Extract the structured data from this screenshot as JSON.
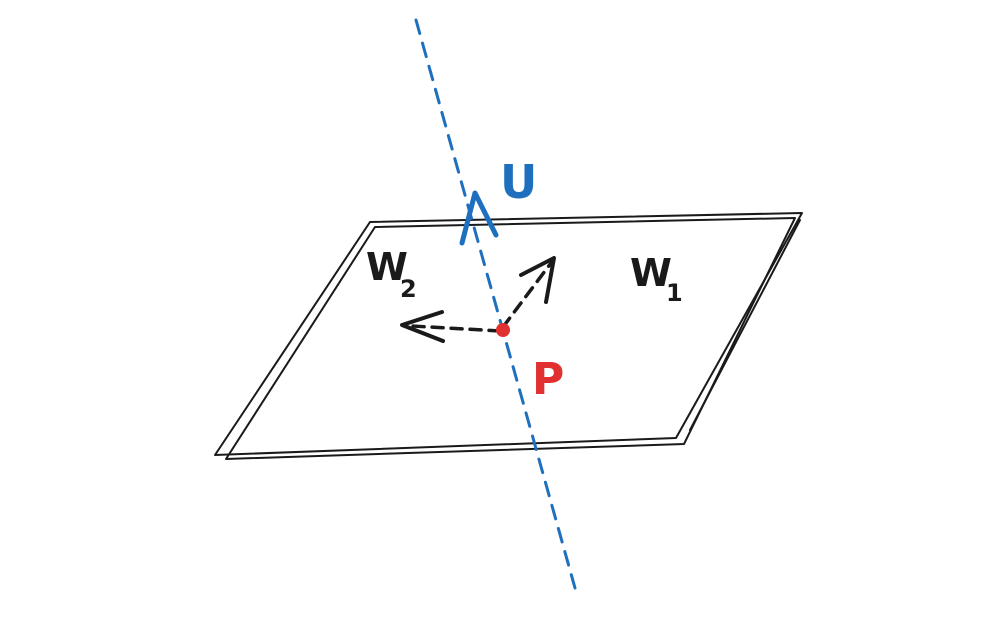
{
  "labels": {
    "u": "U",
    "p": "P",
    "w1_main": "W",
    "w1_sub": "1",
    "w2_main": "W",
    "w2_sub": "2"
  },
  "colors": {
    "ink": "#1a1a1a",
    "line_u": "#1f6fbf",
    "point_p": "#e03030",
    "background": "#ffffff"
  }
}
